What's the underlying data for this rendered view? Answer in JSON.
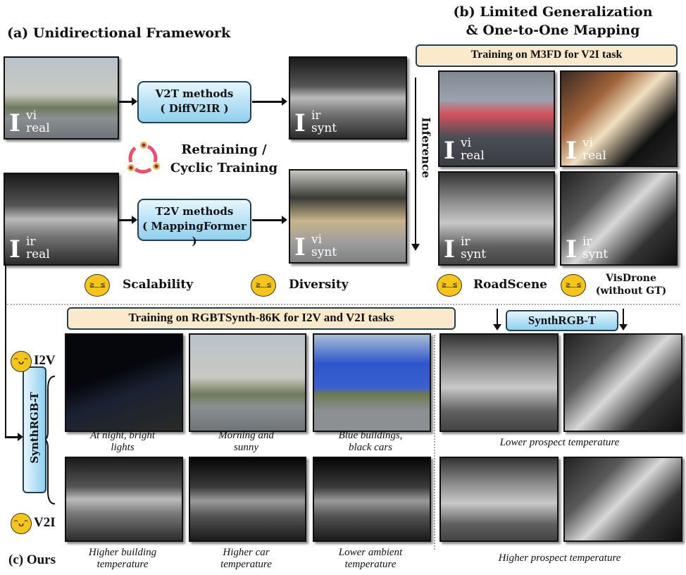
{
  "panel_a": {
    "title": "(a) Unidirectional Framework",
    "v2t": {
      "line1": "V2T methods",
      "line2": "( DiffV2IR )"
    },
    "t2v": {
      "line1": "T2V methods",
      "line2": "( MappingFormer )"
    },
    "cyclic_line1": "Retraining /",
    "cyclic_line2": "Cyclic Training",
    "issues": [
      "Scalability",
      "Diversity"
    ]
  },
  "labels": {
    "I": "I",
    "vi": "vi",
    "ir": "ir",
    "real": "real",
    "synt": "synt"
  },
  "panel_b": {
    "title_line1": "(b) Limited Generalization",
    "title_line2": "& One-to-One Mapping",
    "banner": "Training on M3FD for V2I task",
    "inference": "Inference",
    "issues": [
      "RoadScene",
      "VisDrone",
      "(without GT)"
    ]
  },
  "panel_c": {
    "title": "(c) Ours",
    "banner": "Training on RGBTSynth-86K for I2V and V2I tasks",
    "synth_box": "SynthRGB-T",
    "side_box": "SynthRGB-T",
    "i2v": "I2V",
    "v2i": "V2I",
    "row1_captions": [
      [
        "At night, bright",
        "lights"
      ],
      [
        "Morning and",
        "sunny"
      ],
      [
        "Blue buildings,",
        "black cars"
      ]
    ],
    "row2_captions": [
      [
        "Higher building",
        "temperature"
      ],
      [
        "Higher car",
        "temperature"
      ],
      [
        "Lower ambient",
        "temperature"
      ]
    ],
    "right_caption1": "Lower prospect temperature",
    "right_caption2": "Higher prospect temperature"
  },
  "emoji": {
    "sad": "≧﹏≦",
    "happy": "ᵔᴗᵔ"
  }
}
